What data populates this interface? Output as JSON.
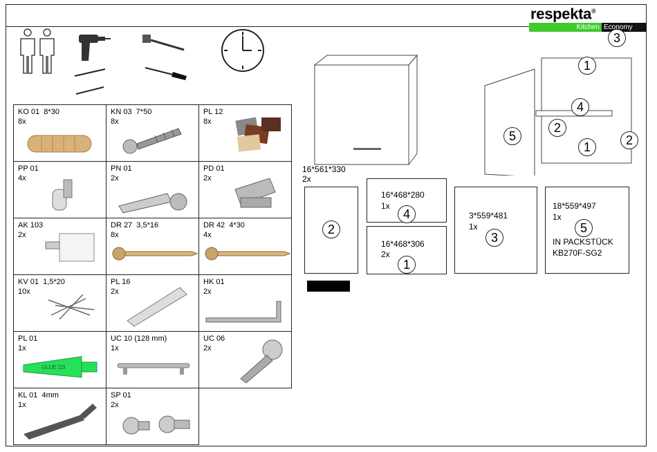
{
  "brand": {
    "name": "respekta",
    "line": "Kitchen",
    "series": "Economy",
    "registered": "®"
  },
  "parts": [
    {
      "code": "KO 01  8*30",
      "qty": "8x",
      "icon": "dowel-icon"
    },
    {
      "code": "KN 03  7*50",
      "qty": "8x",
      "icon": "screw-icon"
    },
    {
      "code": "PL 12",
      "qty": "8x",
      "icon": "pads-icon"
    },
    {
      "code": "PP 01",
      "qty": "4x",
      "icon": "shelf-pin-icon"
    },
    {
      "code": "PN 01",
      "qty": "2x",
      "icon": "hinge-icon"
    },
    {
      "code": "PD 01",
      "qty": "2x",
      "icon": "hinge-plate-icon"
    },
    {
      "code": "AK 103",
      "qty": "2x",
      "icon": "hanger-icon"
    },
    {
      "code": "DR 27  3,5*16",
      "qty": "8x",
      "icon": "wood-screw-icon"
    },
    {
      "code": "DR 42  4*30",
      "qty": "4x",
      "icon": "wood-screw-icon"
    },
    {
      "code": "KV 01  1,5*20",
      "qty": "10x",
      "icon": "nails-icon"
    },
    {
      "code": "PL 16",
      "qty": "2x",
      "icon": "wall-plug-icon"
    },
    {
      "code": "HK 01",
      "qty": "2x",
      "icon": "hook-icon"
    },
    {
      "code": "PL 01",
      "qty": "1x",
      "icon": "glue-tube-icon",
      "tube_text": "GLUE D3"
    },
    {
      "code": "UC 10 (128 mm)",
      "qty": "1x",
      "icon": "handle-icon"
    },
    {
      "code": "UC 06",
      "qty": "2x",
      "icon": "handle-screw-icon"
    },
    {
      "code": "KL 01  4mm",
      "qty": "1x",
      "icon": "hex-key-icon"
    },
    {
      "code": "SP 01",
      "qty": "2x",
      "icon": "connector-screw-icon"
    }
  ],
  "panels": {
    "side": {
      "dims": "16*561*330",
      "qty": "2x",
      "num": "2"
    },
    "shelf": {
      "dims": "16*468*280",
      "qty": "1x",
      "num": "4"
    },
    "top_bottom": {
      "dims": "16*468*306",
      "qty": "2x",
      "num": "1"
    },
    "back": {
      "dims": "3*559*481",
      "qty": "1x",
      "num": "3"
    },
    "door": {
      "dims": "18*559*497",
      "qty": "1x",
      "num": "5",
      "note1": "IN PACKSTÜCK",
      "note2": "KB270F-SG2"
    }
  },
  "exploded_labels": [
    "3",
    "1",
    "4",
    "2",
    "1",
    "2",
    "5"
  ],
  "clock": {
    "icon": "clock-icon"
  }
}
